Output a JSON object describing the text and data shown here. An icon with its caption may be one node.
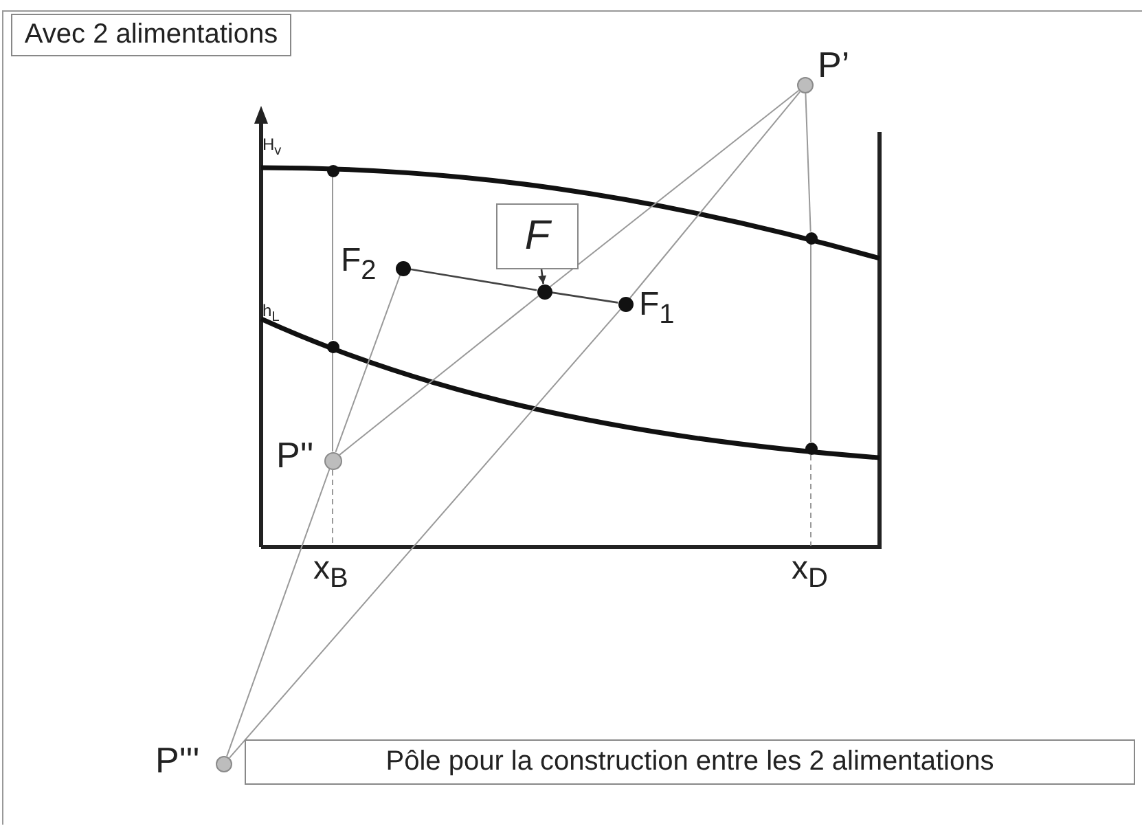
{
  "diagram": {
    "nodes": [
      {
        "text": [
          "Avec 2 alimentations"
        ]
      },
      {
        "text": [],
        "shape": "circle",
        "beside": [
          "P’"
        ]
      },
      {
        "text": [],
        "shape": "circle"
      },
      {
        "text": [
          "F"
        ]
      },
      {
        "text": [],
        "shape": "circle"
      },
      {
        "text": [],
        "shape": "circle",
        "beside": [
          "F$_{2}$"
        ]
      },
      {
        "text": [],
        "shape": "circle"
      },
      {
        "text": [],
        "shape": "circle",
        "beside": [
          "F$_{1}$"
        ]
      },
      {
        "text": [],
        "shape": "circle"
      },
      {
        "text": [],
        "shape": "circle"
      },
      {
        "text": [],
        "shape": "circle",
        "beside": [
          "P''"
        ]
      },
      {
        "text": [],
        "shape": "circle",
        "beside": [
          "P'''"
        ]
      },
      {
        "text": [
          "Pôle pour la construction entre les 2 alimentations"
        ]
      }
    ],
    "edges": [
      {
        "from": 1,
        "to": 4,
        "arrow": "none"
      },
      {
        "from": 4,
        "to": 9,
        "arrow": "none"
      },
      {
        "from": 2,
        "to": 8,
        "arrow": "none"
      },
      {
        "from": 8,
        "to": 10,
        "arrow": "none"
      },
      {
        "from": 3,
        "to": 6,
        "arrow": "to",
        "color": "#333333"
      },
      {
        "from": 5,
        "to": 6,
        "arrow": "none",
        "color": "#444444"
      },
      {
        "from": 6,
        "to": 7,
        "arrow": "none",
        "color": "#444444"
      },
      {
        "from": 1,
        "to": 6,
        "arrow": "none"
      },
      {
        "from": 6,
        "to": 10,
        "arrow": "none"
      },
      {
        "from": 1,
        "to": 7,
        "arrow": "none"
      },
      {
        "from": 7,
        "to": 11,
        "arrow": "none"
      },
      {
        "from": 11,
        "to": 10,
        "arrow": "none"
      },
      {
        "from": 10,
        "to": 5,
        "arrow": "none"
      }
    ],
    "labels": [
      "H$_{v}$",
      "h$_{L}$",
      "x$_{B}$",
      "x$_{D}$"
    ]
  }
}
